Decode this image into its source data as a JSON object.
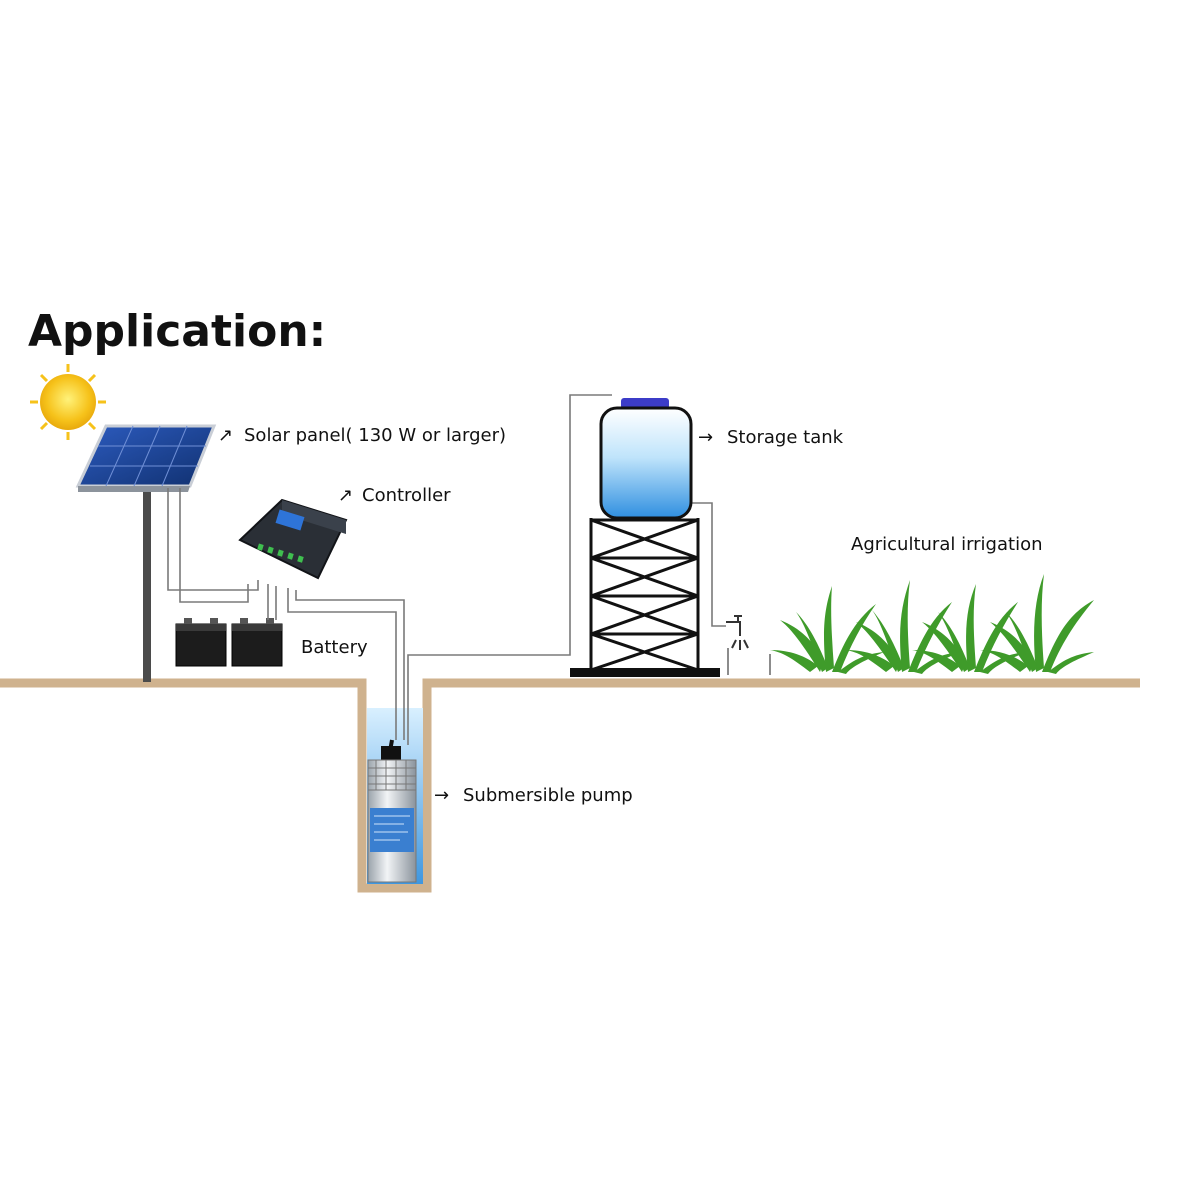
{
  "title": "Application:",
  "labels": {
    "solar_panel": "Solar panel( 130 W or larger)",
    "controller": "Controller",
    "battery": "Battery",
    "storage_tank": "Storage tank",
    "agricultural_irrigation": "Agricultural irrigation",
    "submersible_pump": "Submersible pump"
  },
  "colors": {
    "ground": "#cfb28e",
    "sun": "#f6c21a",
    "panel": "#1b3f8f",
    "water": "#4aa3e6",
    "tank_cap": "#3c3cc8",
    "plants": "#3f9b2a",
    "wire": "#7a7a7a"
  }
}
